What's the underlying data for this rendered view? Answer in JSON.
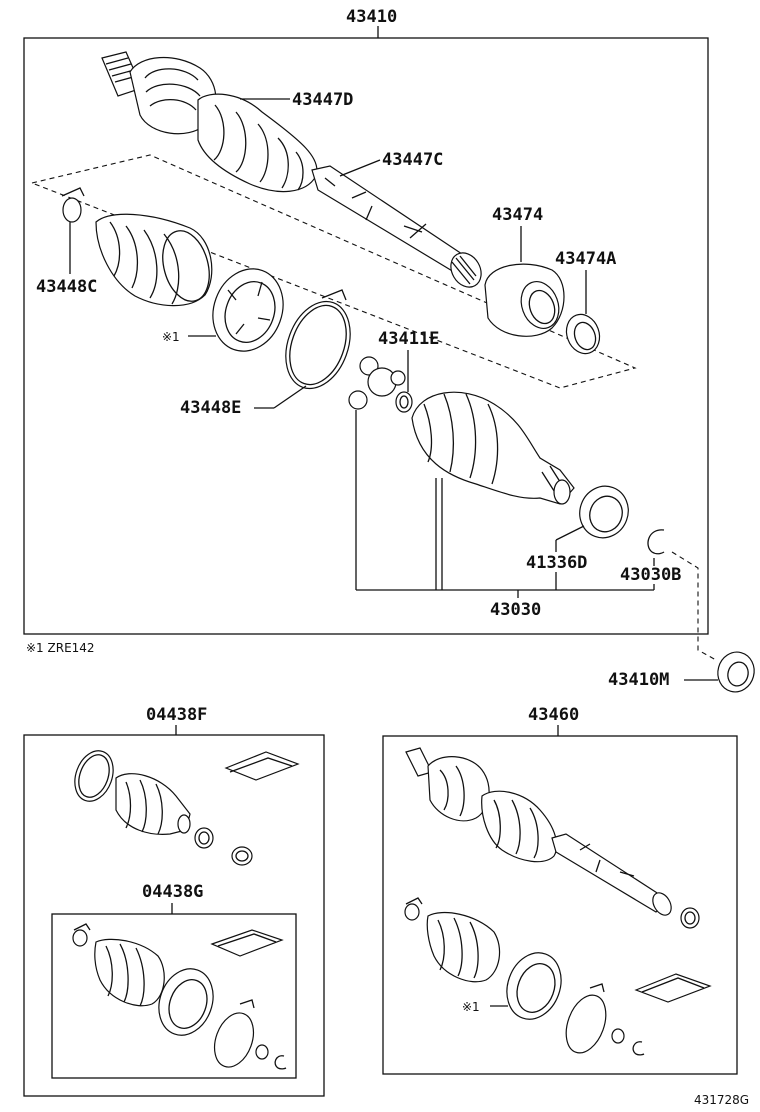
{
  "labels": {
    "assembly_main": "43410",
    "outer_boot": "43447D",
    "outer_boot_clamp": "43447C",
    "inner_boot": "43448C",
    "ring_43474": "43474",
    "ring_43474a": "43474A",
    "band_43448e": "43448E",
    "tripod_43411e": "43411E",
    "seal_41336d": "41336D",
    "snap_43030b": "43030B",
    "inner_joint_43030": "43030",
    "bearing_43410m": "43410M",
    "kit_04438f": "04438F",
    "kit_04438g": "04438G",
    "assembly_43460": "43460"
  },
  "notes": {
    "ref_mark_1": "※1",
    "ref_mark_2": "※1",
    "ref_mark_3": "※1",
    "footnote": "※1 ZRE142",
    "drawing_number": "431728G"
  }
}
